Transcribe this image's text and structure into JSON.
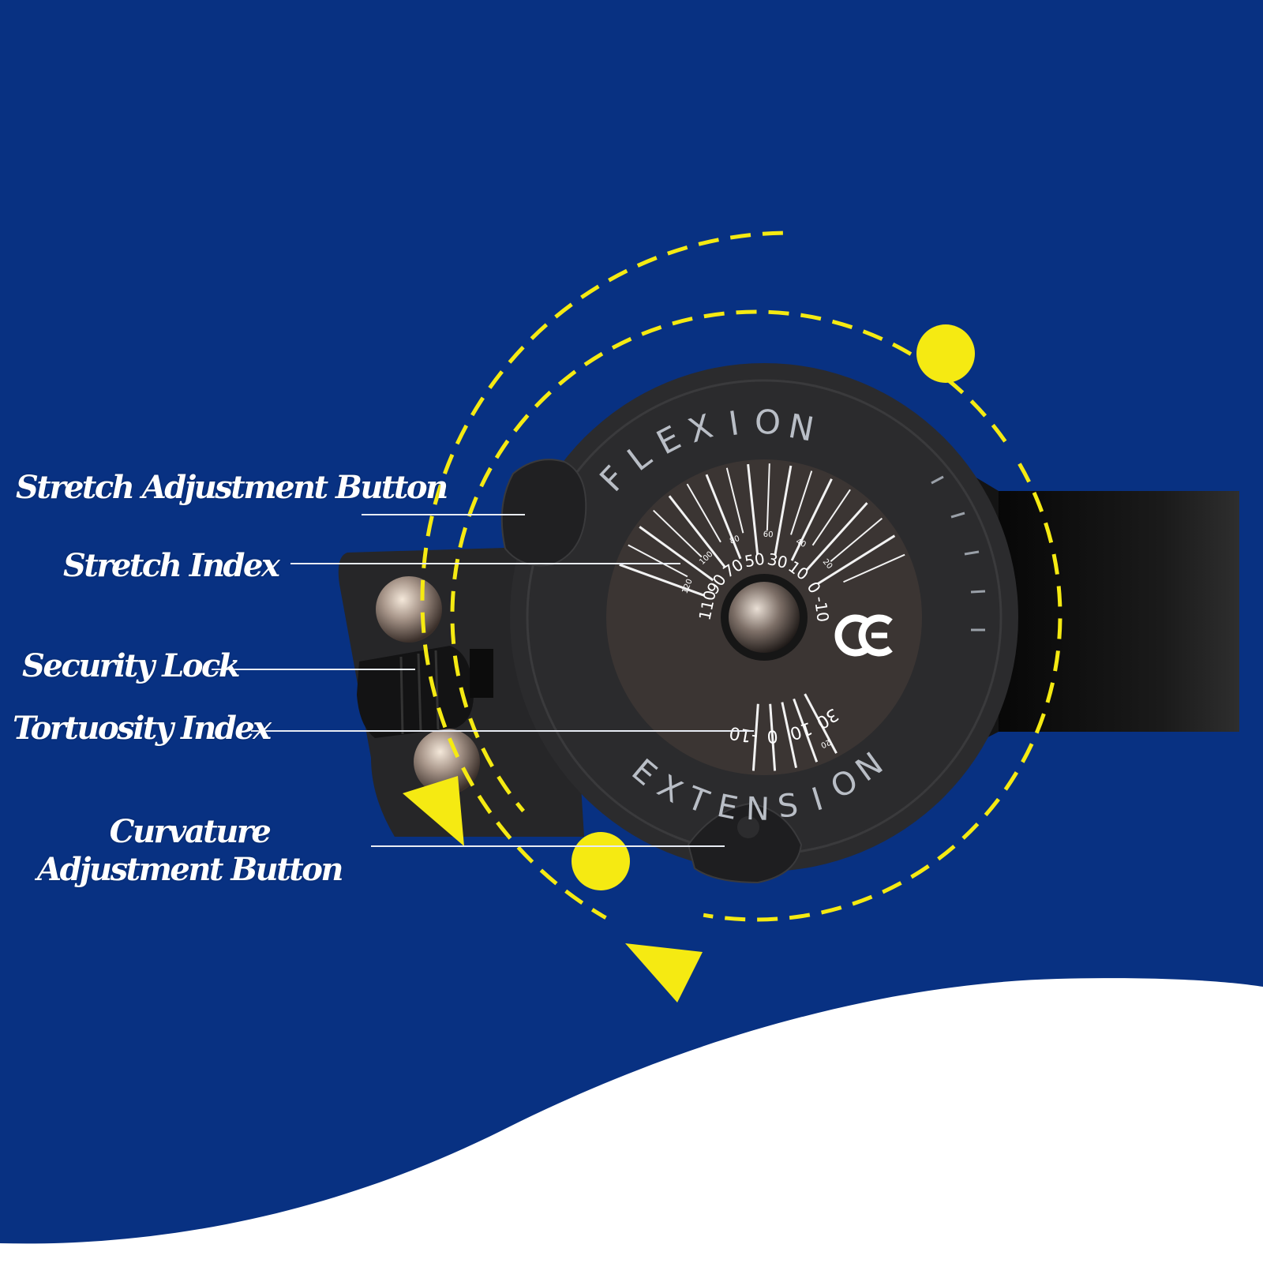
{
  "colors": {
    "background_blue": "#083182",
    "wave_white": "#ffffff",
    "accent_yellow": "#f5ea12",
    "device_body": "#2b2b2d",
    "dial_face": "#3b3533",
    "strap": "#111111",
    "label_text": "#ffffff"
  },
  "callouts": {
    "stretch_adjustment_button": "Stretch Adjustment Button",
    "stretch_index": "Stretch Index",
    "security_lock": "Security Lock",
    "tortuosity_index": "Tortuosity Index",
    "curvature_adjustment_button": "Curvature Adjustment Button"
  },
  "device": {
    "flexion_label": "FLEXION",
    "extension_label": "EXTENSION",
    "ce_mark": "CE",
    "flexion_scale": [
      "110",
      "90",
      "70",
      "50",
      "30",
      "10",
      "0",
      "-10"
    ],
    "flexion_scale_minor": [
      "120",
      "100",
      "80",
      "60",
      "40",
      "20"
    ],
    "extension_scale": [
      "-10",
      "0",
      "10",
      "30"
    ],
    "extension_scale_minor": [
      "20"
    ]
  },
  "icons": {
    "rotation_arrow_upper": "arrow-down-triangle-icon",
    "rotation_arrow_lower": "arrow-left-triangle-icon"
  }
}
